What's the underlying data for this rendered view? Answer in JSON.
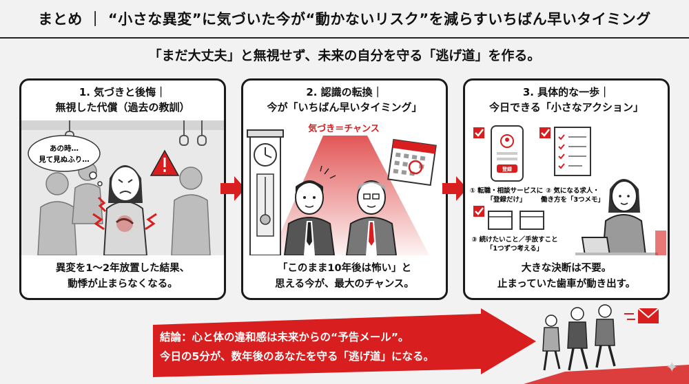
{
  "header": {
    "title": "まとめ ｜ “小さな異変”に気づいた今が“動かないリスク”を減らすいちばん早いタイミング"
  },
  "subtitle": "「まだ大丈夫」と無視せず、未来の自分を守る「逃げ道」を作る。",
  "panels": [
    {
      "title_line1": "1. 気づきと後悔｜",
      "title_line2": "無視した代償（過去の教訓）",
      "bubble_line1": "あの時…",
      "bubble_line2": "見て見ぬふり…",
      "caption_line1": "異変を1〜2年放置した結果、",
      "caption_line2": "動悸が止まらなくなる。"
    },
    {
      "title_line1": "2. 認識の転換｜",
      "title_line2": "今が「いちばん早いタイミング」",
      "spotlight_label": "気づき＝チャンス",
      "caption_line1": "「このまま10年後は怖い」と",
      "caption_line2": "思える今が、最大のチャンス。"
    },
    {
      "title_line1": "3. 具体的な一歩｜",
      "title_line2": "今日できる「小さなアクション」",
      "actions": [
        {
          "line1": "① 転職・相談サービスに",
          "line2": "「登録だけ」"
        },
        {
          "line1": "② 気になる求人・",
          "line2": "働き方を「3つメモ」"
        },
        {
          "line1": "③ 続けたいこと／手放すこと",
          "line2": "「1つずつ考える」"
        }
      ],
      "phone_button": "登録",
      "caption_line1": "大きな決断は不要。",
      "caption_line2": "止まっていた歯車が動き出す。"
    }
  ],
  "conclusion": {
    "line1": "結論：心と体の違和感は未来からの“予告メール”。",
    "line2": "今日の5分が、数年後のあなたを守る「逃げ道」になる。"
  },
  "colors": {
    "accent": "#d81e1e",
    "ink": "#1a1a1a",
    "background": "#f2f2f2",
    "panel": "#ffffff"
  },
  "icons": [
    "warning-icon",
    "clock-icon",
    "calendar-icon",
    "phone-icon",
    "checklist-icon",
    "box-icon",
    "check-icon",
    "envelope-icon",
    "arrow-right-icon",
    "sparkle-icon"
  ]
}
